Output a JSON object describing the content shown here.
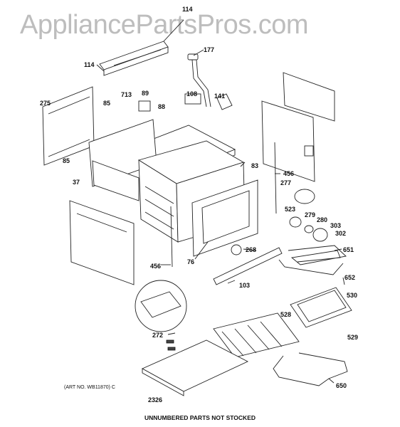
{
  "watermark": "AppliancePartsPros.com",
  "art_no": "(ART NO. WB11870) C",
  "footer": "UNNUMBERED PARTS NOT STOCKED",
  "callouts": {
    "c114a": "114",
    "c114b": "114",
    "c177": "177",
    "c275": "275",
    "c713": "713",
    "c89": "89",
    "c108": "108",
    "c141": "141",
    "c85a": "85",
    "c88": "88",
    "c85b": "85",
    "c37": "37",
    "c83": "83",
    "c456a": "456",
    "c277": "277",
    "c523": "523",
    "c279": "279",
    "c280": "280",
    "c303": "303",
    "c302": "302",
    "c268": "268",
    "c651": "651",
    "c76": "76",
    "c456b": "456",
    "c103": "103",
    "c652": "652",
    "c530": "530",
    "c528": "528",
    "c529": "529",
    "c272": "272",
    "c2326": "2326",
    "c650": "650"
  }
}
